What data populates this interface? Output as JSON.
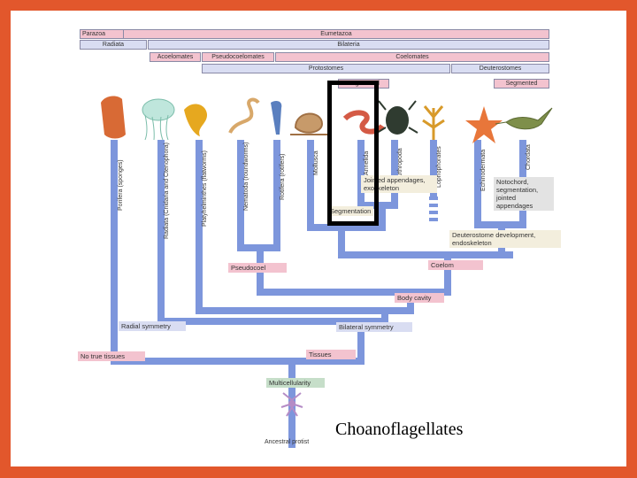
{
  "colors": {
    "frame": "#e2572c",
    "pink_band": "#f3c3cf",
    "blue_band": "#d9ddf2",
    "green_band": "#c6dec9",
    "branch": "#7d96dc"
  },
  "bands": {
    "parazoa": "Parazoa",
    "eumetazoa": "Eumetazoa",
    "radiata": "Radiata",
    "bilateria": "Bilateria",
    "acoelomates": "Acoelomates",
    "pseudocoelomates": "Pseudocoelomates",
    "coelomates": "Coelomates",
    "protostomes": "Protostomes",
    "deuterostomes": "Deuterostomes",
    "segmented_left": "Segmented",
    "segmented_right": "Segmented"
  },
  "taxa": {
    "porifera": "Porifera (sponges)",
    "radiata": "Radiata (Cnidaria and Ctenophora)",
    "platyhelminthes": "Platyhelminthes (flatworms)",
    "nematoda": "Nematoda (roundworms)",
    "rotifera": "Rotifera (rotifers)",
    "mollusca": "Mollusca",
    "annelida": "Annelida",
    "arthropoda": "Arthropoda",
    "lophophorates": "Lophophorates",
    "echinodermata": "Echinodermata",
    "chordata": "Chordata"
  },
  "traits": {
    "jointed_appendages": "Jointed appendages, exoskeleton",
    "segmentation": "Segmentation",
    "notochord": "Notochord, segmentation, jointed appendages",
    "deuterostome_dev": "Deuterostome development, endoskeleton",
    "pseudocoel": "Pseudocoel",
    "coelom": "Coelom",
    "body_cavity": "Body cavity",
    "radial_symmetry": "Radial symmetry",
    "bilateral_symmetry": "Bilateral symmetry",
    "no_true_tissues": "No true tissues",
    "tissues": "Tissues",
    "multicellularity": "Multicellularity",
    "ancestral_protist": "Ancestral protist"
  },
  "caption": "Choanoflagellates"
}
